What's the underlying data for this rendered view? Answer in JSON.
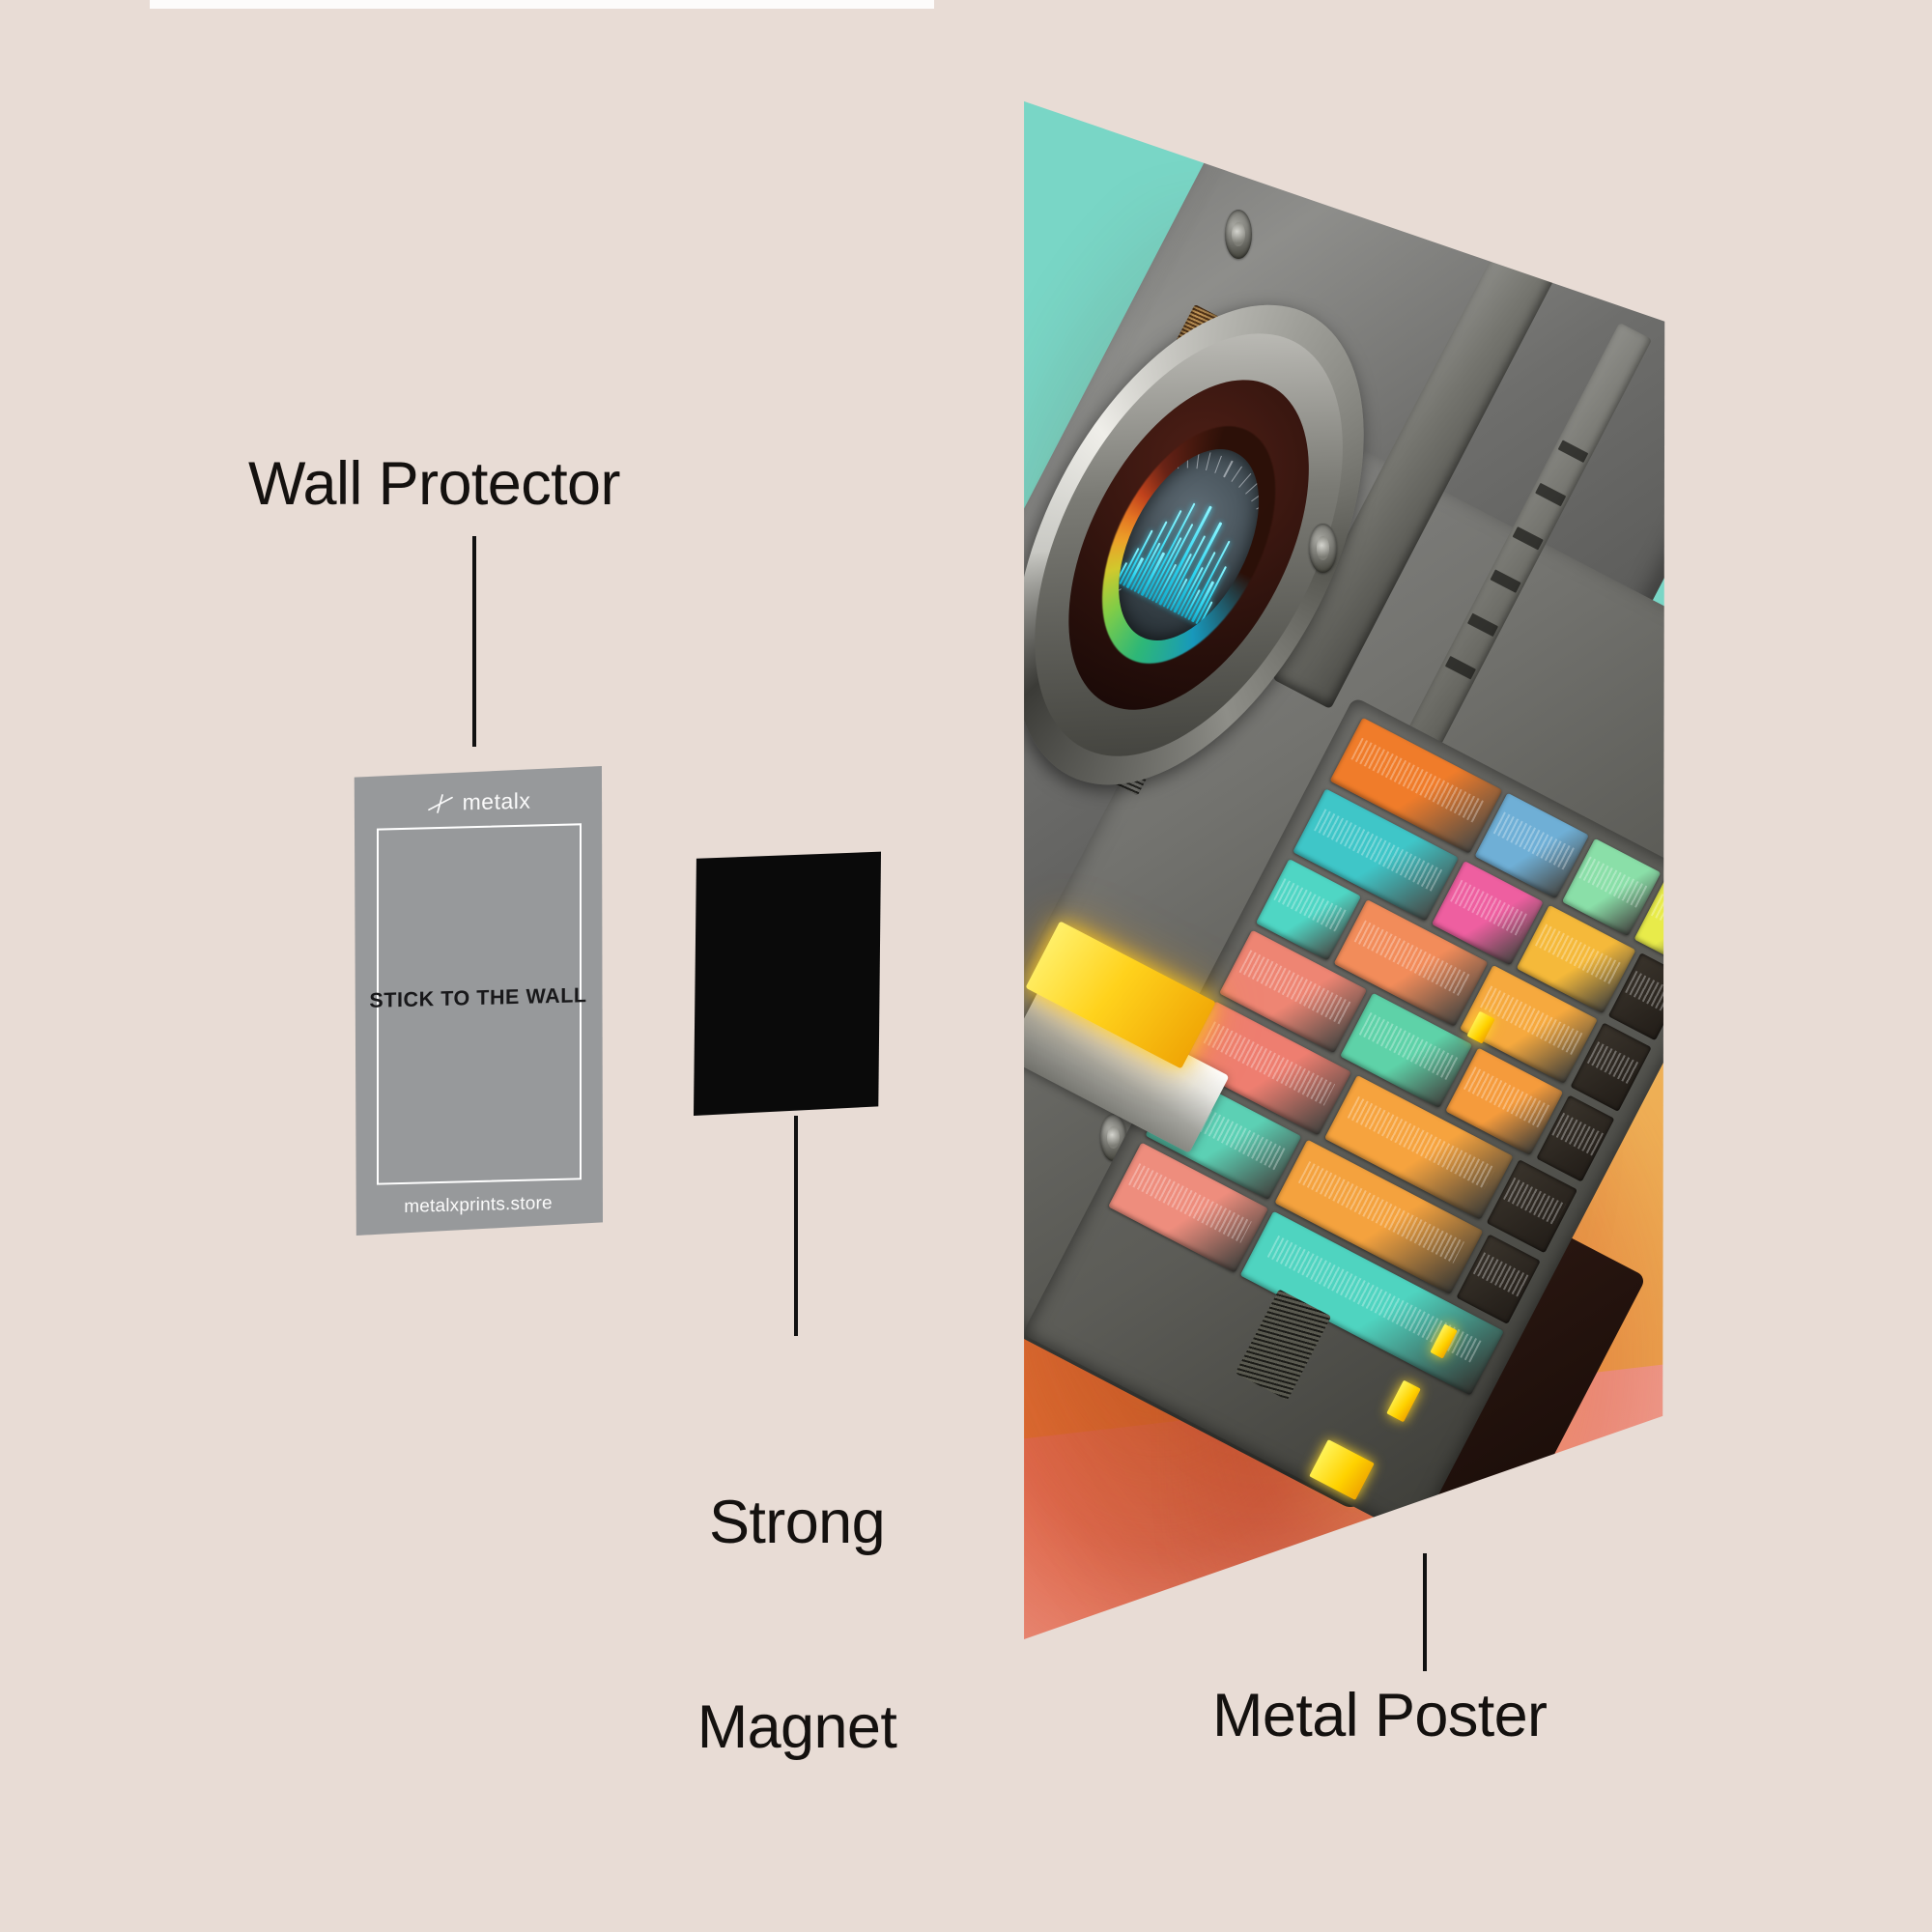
{
  "page": {
    "background_color": "#E8DCD5",
    "type": "product-feature-infographic"
  },
  "labels": {
    "wall_protector": "Wall Protector",
    "strong_magnet_line1": "Strong",
    "strong_magnet_line2": "Magnet",
    "metal_poster": "Metal Poster"
  },
  "wall_protector_card": {
    "brand_logo_text": "metalx",
    "logo_mark_name": "metalx-cross-mark",
    "headline": "STICK TO THE WALL",
    "url": "metalxprints.store",
    "card_color": "#97999B",
    "border_color": "#FFFFFF",
    "headline_color": "#18181A"
  },
  "magnet": {
    "color": "#0A0A0A",
    "shape": "rounded-rectangle-sheet"
  },
  "metal_poster": {
    "artwork_subject": "retro-futuristic handheld communicator device",
    "background_bands": [
      {
        "name": "teal-sky",
        "color": "#79D6C6"
      },
      {
        "name": "amber-floor",
        "color": "#F4BC5C"
      },
      {
        "name": "salmon-foreground",
        "color": "#EC9486"
      }
    ],
    "device": {
      "body_color": "#6E6E6C",
      "dial_screen_waveform_color": "#2FD7F2",
      "dial_spectrum_colors": [
        "#17A0C6",
        "#2FC17D",
        "#86D84B",
        "#D9D32F",
        "#F6A92B",
        "#EE7A24",
        "#C8451D"
      ],
      "light_bar_color": "#FFD21C",
      "keypad_rows": [
        [
          {
            "color": "#F07C2A",
            "flex": 38
          },
          {
            "color": "#6FAFD6",
            "flex": 22
          },
          {
            "color": "#8ADFA8",
            "flex": 18
          },
          {
            "color": "#E8EB4A",
            "flex": 16
          }
        ],
        [
          {
            "color": "#3FC6C8",
            "flex": 34
          },
          {
            "color": "#EE5FA0",
            "flex": 20
          },
          {
            "color": "#F5B93A",
            "flex": 22
          },
          {
            "color": "#2B2520",
            "flex": 12
          }
        ],
        [
          {
            "color": "#4FD6C4",
            "flex": 18
          },
          {
            "color": "#F28C5A",
            "flex": 30
          },
          {
            "color": "#F6A93E",
            "flex": 26
          },
          {
            "color": "#2B2520",
            "flex": 12
          }
        ],
        [
          {
            "color": "#EE8573",
            "flex": 30
          },
          {
            "color": "#5ED2A8",
            "flex": 26
          },
          {
            "color": "#F59B3C",
            "flex": 22
          },
          {
            "color": "#2B2520",
            "flex": 12
          }
        ],
        [
          {
            "color": "#EE7E70",
            "flex": 28
          },
          {
            "color": "#F6A33E",
            "flex": 32
          },
          {
            "color": "#2B2520",
            "flex": 12
          }
        ],
        [
          {
            "color": "#5CD0B4",
            "flex": 24
          },
          {
            "color": "#F4A23E",
            "flex": 34
          },
          {
            "color": "#2B2520",
            "flex": 10
          }
        ],
        [
          {
            "color": "#EE8D7D",
            "flex": 22
          },
          {
            "color": "#4FD4C0",
            "flex": 40
          }
        ]
      ]
    }
  },
  "leader_lines": {
    "color": "#111111",
    "count": 3
  }
}
